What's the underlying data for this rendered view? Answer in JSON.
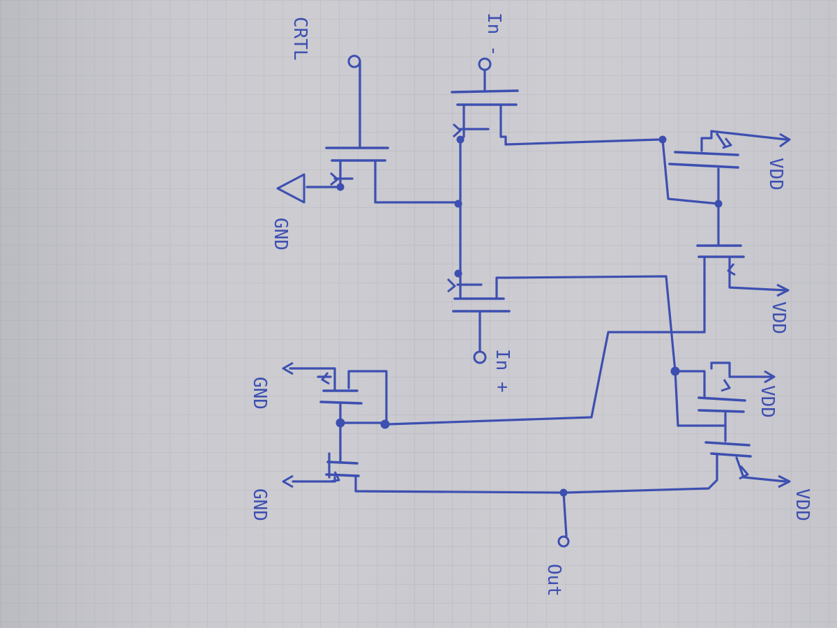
{
  "labels": {
    "in_minus": "In -",
    "in_plus": "In +",
    "crtl": "CRTL",
    "gnd_left": "GND",
    "gnd_mid": "GND",
    "gnd_bottom": "GND",
    "vdd_1": "VDD",
    "vdd_2": "VDD",
    "vdd_3": "VDD",
    "vdd_4": "VDD",
    "out": "Out"
  },
  "colors": {
    "ink": "#3d4fb0",
    "paper": "#c9c9cf",
    "grid": "#b3b3bb"
  }
}
